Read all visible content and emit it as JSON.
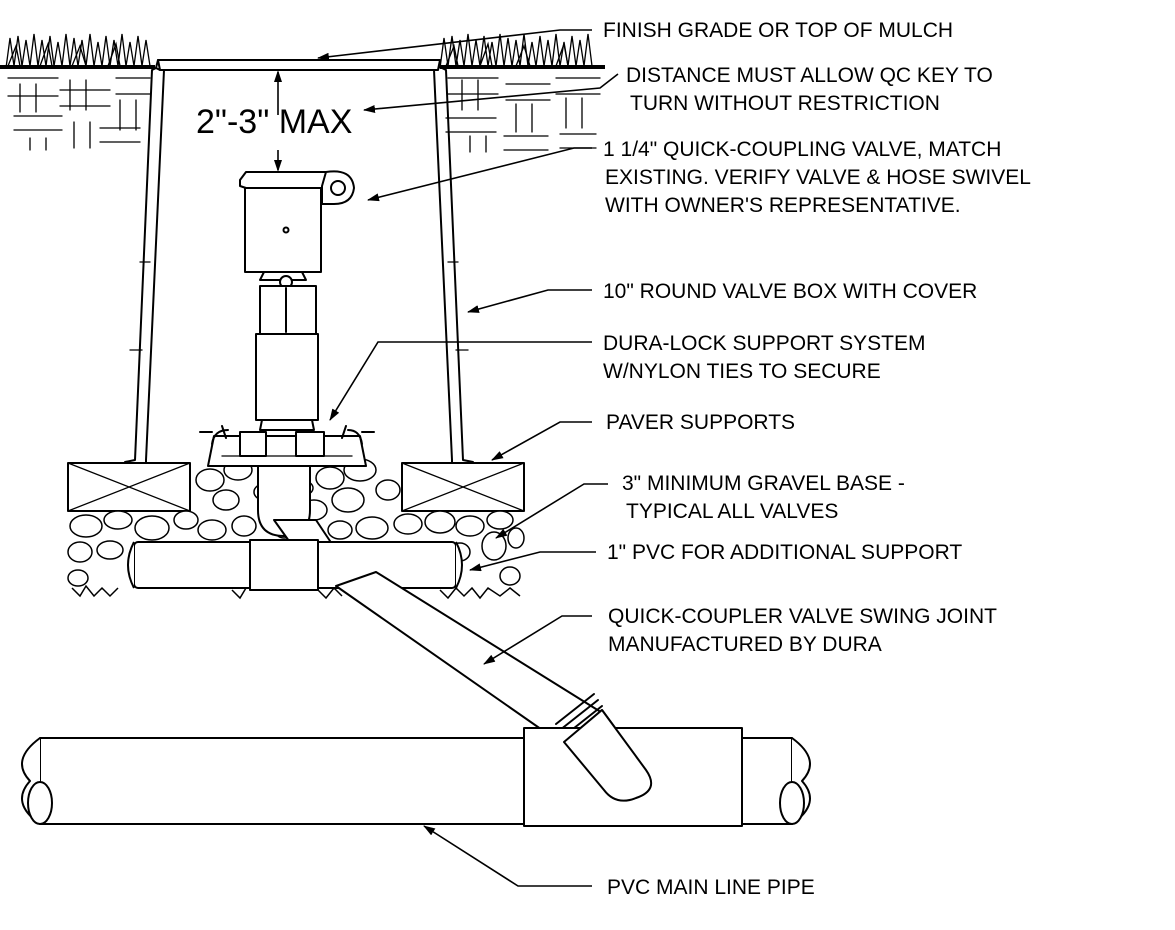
{
  "callouts": [
    {
      "id": "finish-grade",
      "lines": [
        "FINISH GRADE OR TOP OF MULCH"
      ]
    },
    {
      "id": "distance",
      "lines": [
        "DISTANCE MUST ALLOW QC KEY TO",
        "TURN WITHOUT RESTRICTION"
      ]
    },
    {
      "id": "qc-valve",
      "lines": [
        "1 1/4\" QUICK-COUPLING VALVE, MATCH",
        "EXISTING. VERIFY VALVE & HOSE SWIVEL",
        "WITH OWNER'S REPRESENTATIVE."
      ]
    },
    {
      "id": "valve-box",
      "lines": [
        "10\" ROUND VALVE BOX WITH COVER"
      ]
    },
    {
      "id": "dura-lock",
      "lines": [
        "DURA-LOCK SUPPORT SYSTEM",
        "W/NYLON TIES TO SECURE"
      ]
    },
    {
      "id": "paver",
      "lines": [
        "PAVER SUPPORTS"
      ]
    },
    {
      "id": "gravel",
      "lines": [
        "3\" MINIMUM GRAVEL BASE -",
        "TYPICAL ALL VALVES"
      ]
    },
    {
      "id": "pvc-support",
      "lines": [
        "1\" PVC FOR ADDITIONAL SUPPORT"
      ]
    },
    {
      "id": "swing-joint",
      "lines": [
        "QUICK-COUPLER VALVE SWING JOINT",
        "MANUFACTURED BY DURA"
      ]
    },
    {
      "id": "main-line",
      "lines": [
        "PVC MAIN LINE PIPE"
      ]
    }
  ],
  "dimension": {
    "label": "2\"-3\" MAX"
  }
}
